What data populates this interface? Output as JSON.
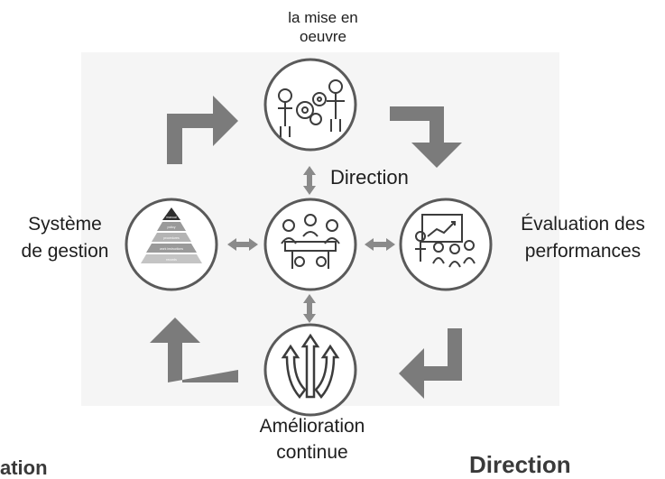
{
  "nodes": {
    "top": {
      "line1": "la mise en",
      "line2": "oeuvre"
    },
    "center": {
      "label": "Direction"
    },
    "left": {
      "line1": "Système",
      "line2": "de gestion"
    },
    "right": {
      "line1": "Évaluation des",
      "line2": "performances"
    },
    "bottom": {
      "line1": "Amélioration",
      "line2": "continue"
    }
  },
  "pyramid": {
    "levels": [
      "manual",
      "policy",
      "procedures",
      "work instructions",
      "records"
    ]
  },
  "footer": {
    "left_fragment": "ation",
    "right_title": "Direction"
  },
  "colors": {
    "arrow": "#7b7b7b",
    "circle_border": "#5a5a5a",
    "icon_dark": "#3c3c3c",
    "icon_mid": "#8a8a8a",
    "background_panel": "#f3f3f3"
  }
}
